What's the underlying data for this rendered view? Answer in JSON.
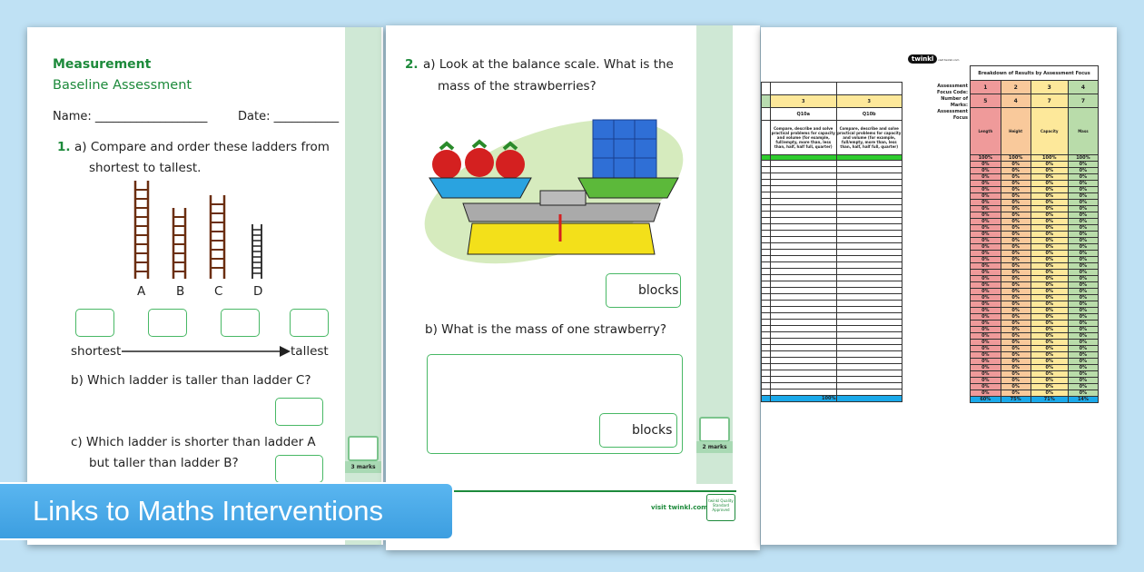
{
  "page1": {
    "title": "Measurement",
    "subtitle": "Baseline Assessment",
    "name_label": "Name: ___________________",
    "date_label": "Date: ___________",
    "q1_num": "1.",
    "q1a_line1": "a) Compare and order these ladders from",
    "q1a_line2": "shortest to tallest.",
    "ladder_labels": [
      "A",
      "B",
      "C",
      "D"
    ],
    "shortest": "shortest",
    "tallest": "tallest",
    "q1b": "b) Which ladder is taller than ladder C?",
    "q1c_line1": "c) Which ladder is shorter than ladder A",
    "q1c_line2": "but taller than ladder B?",
    "marks": "3 marks"
  },
  "page2": {
    "q2_num": "2.",
    "q2a_line1": "a) Look at the balance scale. What is the",
    "q2a_line2": "mass of the strawberries?",
    "unit1": "blocks",
    "q2b": "b) What is the mass of one strawberry?",
    "unit2": "blocks",
    "marks": "2 marks",
    "footer": "visit twinkl.com",
    "badge": "twinkl Quality Standard Approved"
  },
  "page3": {
    "logo": "twinkl",
    "logo_tag": "visit twinkl.com",
    "left_code": [
      "3",
      "3"
    ],
    "left_header": [
      "Q10a",
      "Q10b"
    ],
    "left_desc": "Compare, describe and solve practical problems for capacity and volume (for example, full/empty, more than, less than, half, half full, quarter)",
    "left_total": "100%",
    "breakdown_title": "Breakdown of Results by Assessment Focus",
    "focus_code_label": "Assessment Focus Code:",
    "marks_label": "Number of Marks:",
    "focus_label": "Assessment Focus",
    "codes": [
      "1",
      "2",
      "3",
      "4"
    ],
    "marks": [
      "5",
      "4",
      "7",
      "7"
    ],
    "focuses": [
      "Length",
      "Height",
      "Capacity",
      "Mass"
    ],
    "first_row": [
      "100%",
      "100%",
      "100%",
      "100%"
    ],
    "row_value": "0%",
    "totals": [
      "60%",
      "75%",
      "71%",
      "14%"
    ],
    "colors": [
      "#ef9a9a",
      "#f9c99b",
      "#fde89a",
      "#b9dcaa"
    ],
    "total_color": "#1aa9ea"
  },
  "banner": {
    "text": "Links to Maths Interventions"
  }
}
